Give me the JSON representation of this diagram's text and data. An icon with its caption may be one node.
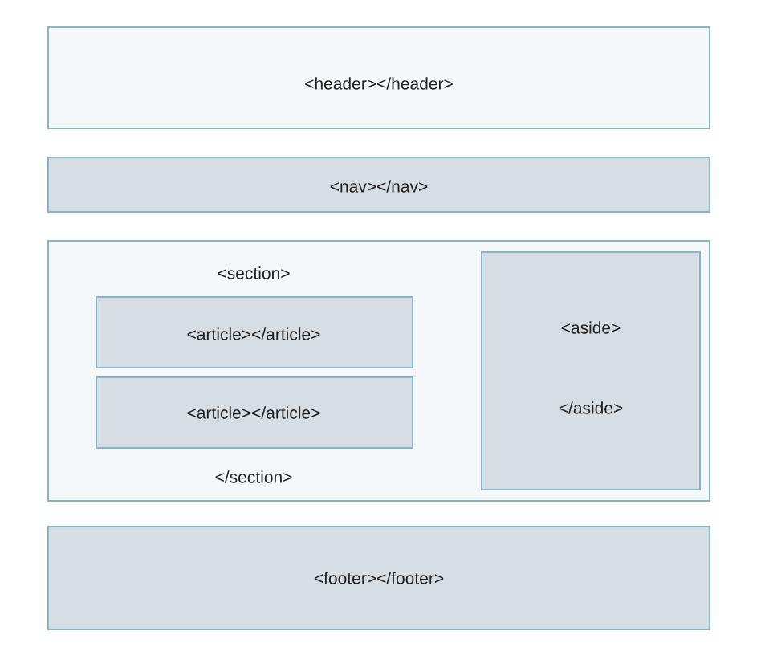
{
  "diagram": {
    "nodes": [
      {
        "text": [
          "<header></header>"
        ]
      },
      {
        "text": [
          "<nav></nav>"
        ]
      },
      {
        "text": [
          "<section>",
          "</section>"
        ]
      },
      {
        "text": [
          "<article></article>"
        ],
        "in": 2
      },
      {
        "text": [
          "<article></article>"
        ],
        "in": 2
      },
      {
        "text": [
          "<aside>",
          "</aside>"
        ],
        "in": 2
      },
      {
        "text": [
          "<footer></footer>"
        ]
      }
    ]
  }
}
